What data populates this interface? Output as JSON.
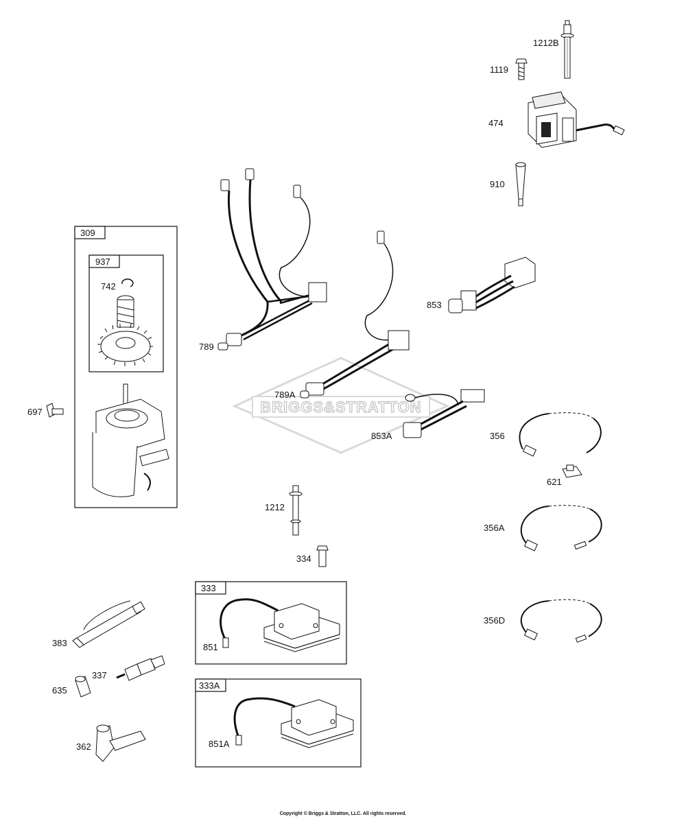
{
  "watermark": "BRIGGS&STRATTON",
  "copyright": "Copyright © Briggs & Stratton, LLC. All rights reserved.",
  "labels": {
    "p1212B": "1212B",
    "p1119": "1119",
    "p474": "474",
    "p910": "910",
    "p309": "309",
    "p937": "937",
    "p742": "742",
    "p697": "697",
    "p789": "789",
    "p789A": "789A",
    "p853": "853",
    "p853A": "853A",
    "p356": "356",
    "p621": "621",
    "p356A": "356A",
    "p356D": "356D",
    "p1212": "1212",
    "p334": "334",
    "p333": "333",
    "p851": "851",
    "p333A": "333A",
    "p851A": "851A",
    "p383": "383",
    "p337": "337",
    "p635": "635",
    "p362": "362"
  }
}
